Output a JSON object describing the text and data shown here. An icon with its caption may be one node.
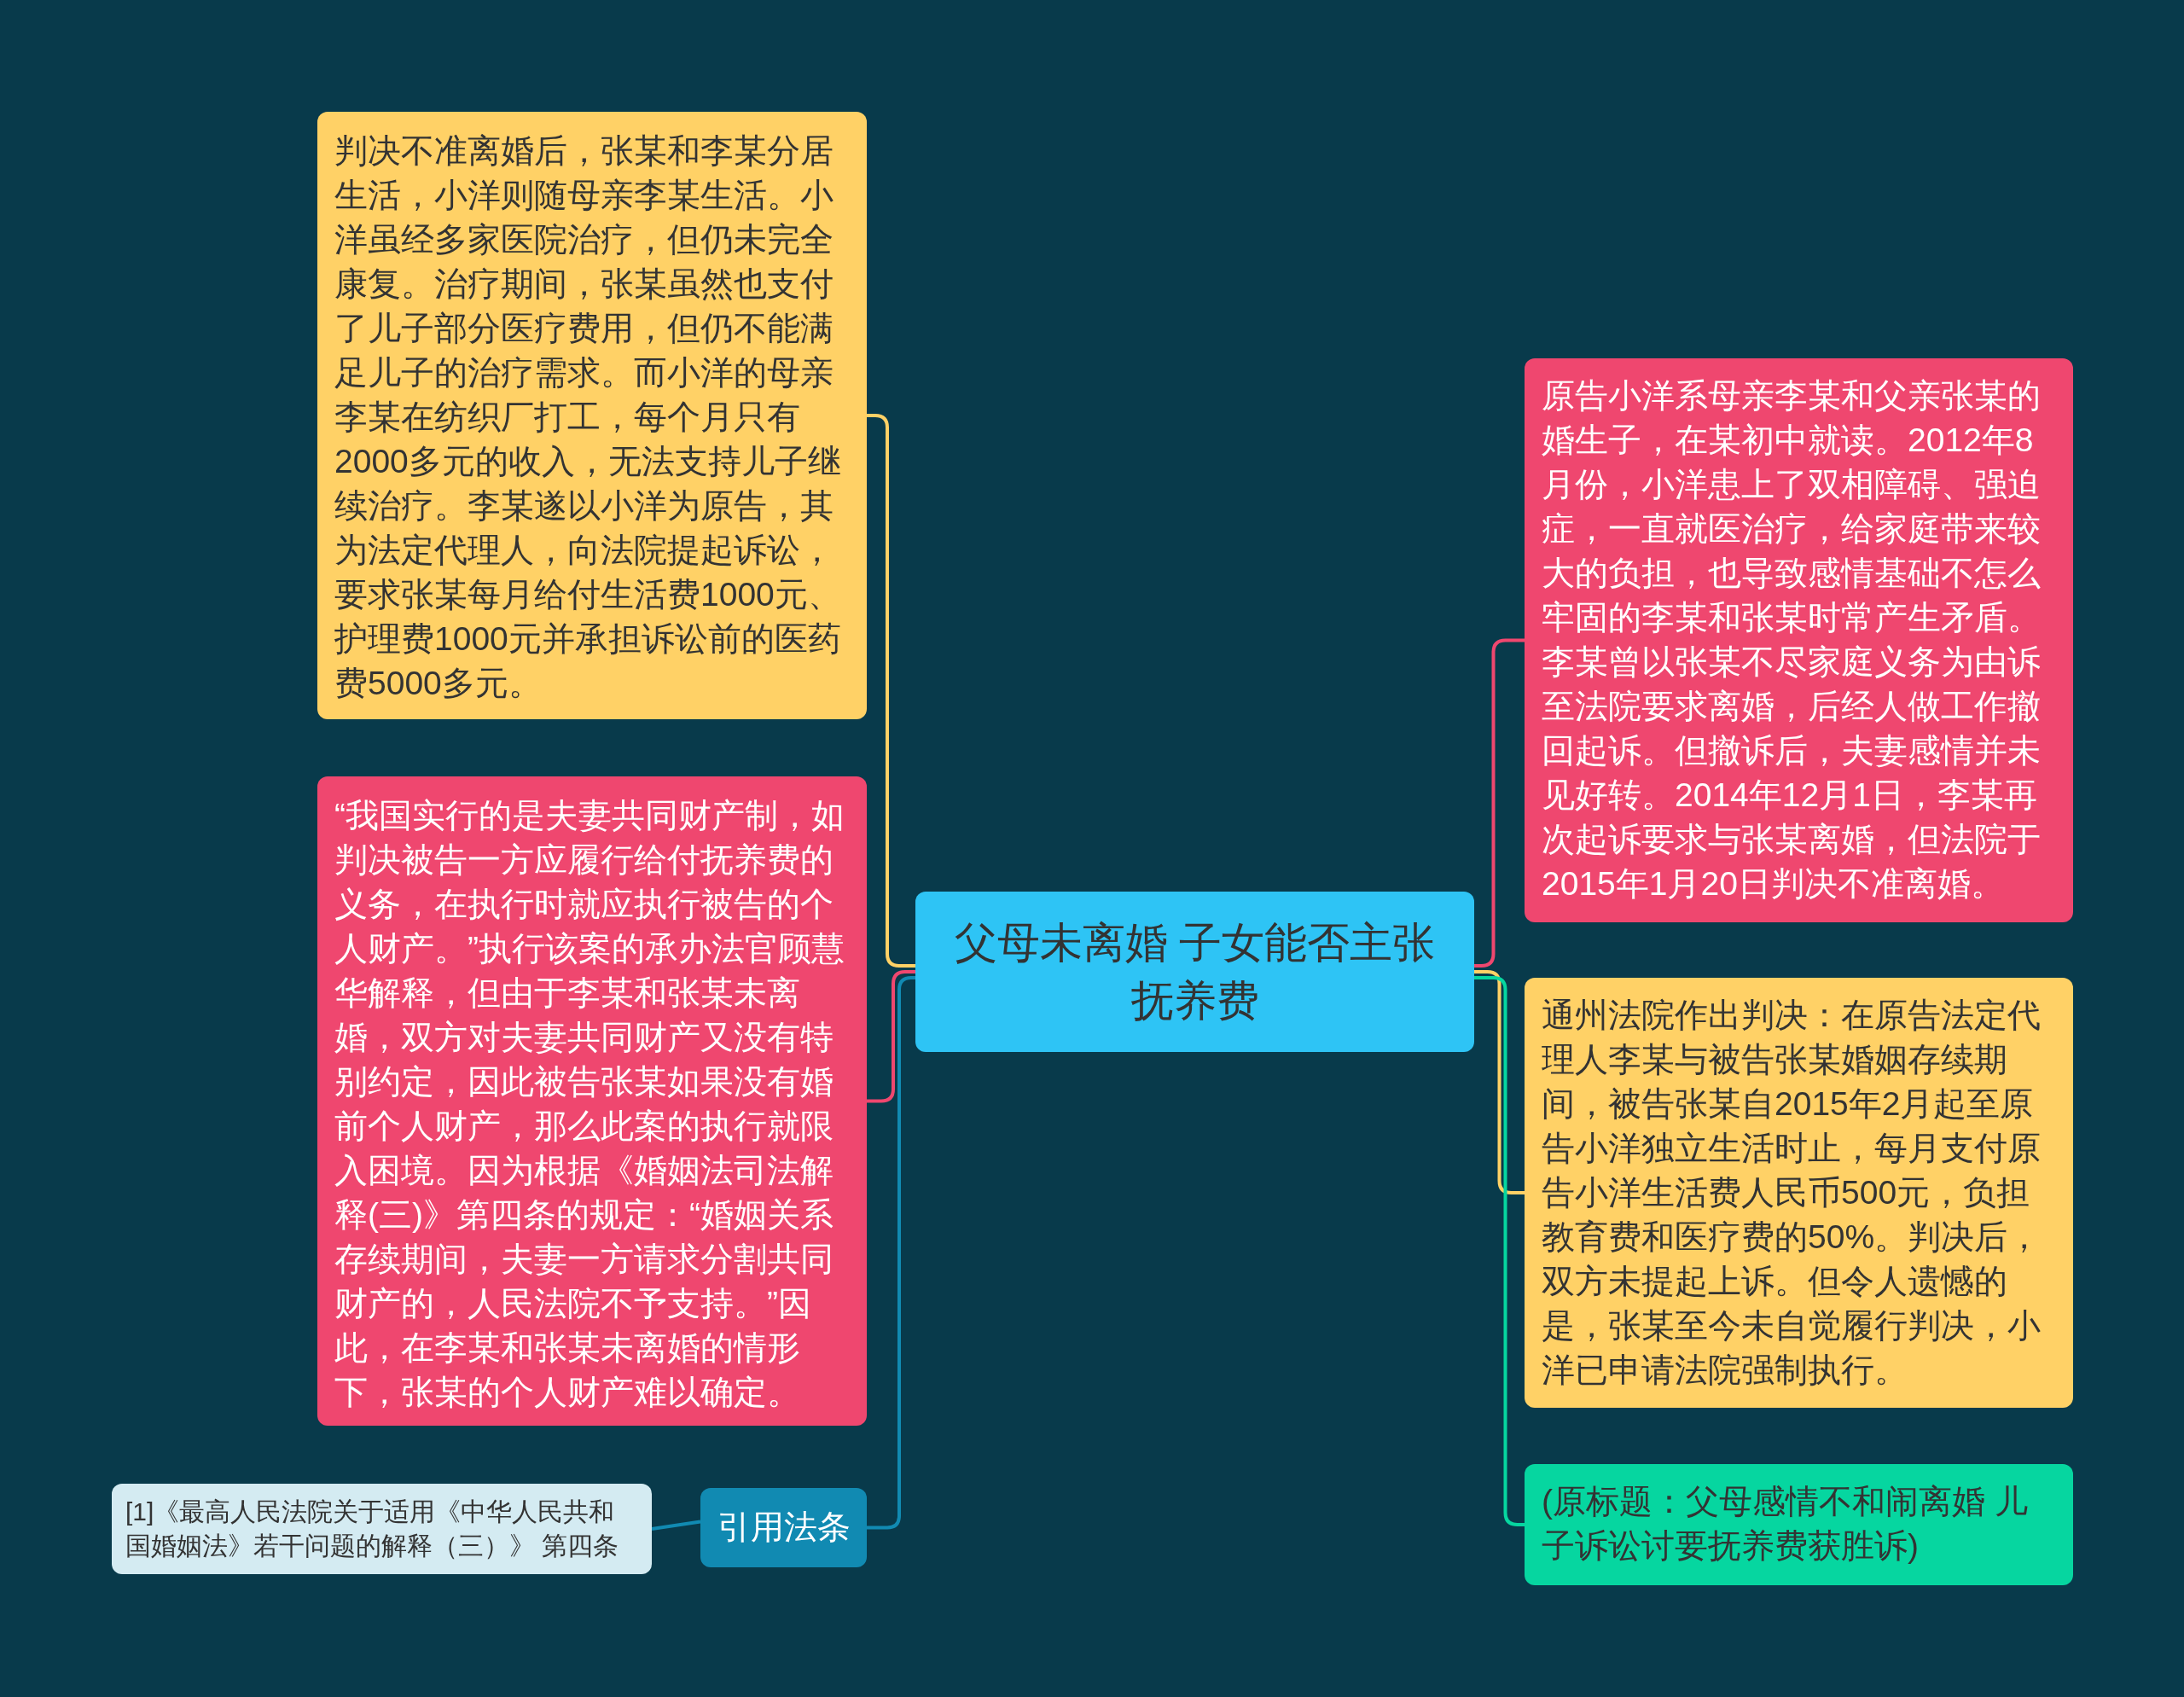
{
  "diagram": {
    "nodes": [
      {
        "text": [
          "父母未离婚 子女能否主张抚养费"
        ]
      },
      {
        "text": [
          "判决不准离婚后，张某和李某分居生活，小洋则随母亲李某生活。小洋虽经多家医院治疗，但仍未完全康复。治疗期间，张某虽然也支付了儿子部分医疗费用，但仍不能满足儿子的治疗需求。而小洋的母亲李某在纺织厂打工，每个月只有2000多元的收入，无法支持儿子继续治疗。李某遂以小洋为原告，其为法定代理人，向法院提起诉讼，要求张某每月给付生活费1000元、护理费1000元并承担诉讼前的医药费5000多元。"
        ]
      },
      {
        "text": [
          "“我国实行的是夫妻共同财产制，如判决被告一方应履行给付抚养费的义务，在执行时就应执行被告的个人财产。”执行该案的承办法官顾慧华解释，但由于李某和张某未离婚，双方对夫妻共同财产又没有特别约定，因此被告张某如果没有婚前个人财产，那么此案的执行就限入困境。因为根据《婚姻法司法解释(三)》第四条的规定：“婚姻关系存续期间，夫妻一方请求分割共同财产的，人民法院不予支持。”因此，在李某和张某未离婚的情形下，张某的个人财产难以确定。"
        ]
      },
      {
        "text": [
          "引用法条"
        ]
      },
      {
        "text": [
          "[1]《最高人民法院关于适用《中华人民共和国婚姻法》若干问题的解释（三）》 第四条"
        ]
      },
      {
        "text": [
          "原告小洋系母亲李某和父亲张某的婚生子，在某初中就读。2012年8月份，小洋患上了双相障碍、强迫症，一直就医治疗，给家庭带来较大的负担，也导致感情基础不怎么牢固的李某和张某时常产生矛盾。李某曾以张某不尽家庭义务为由诉至法院要求离婚，后经人做工作撤回起诉。但撤诉后，夫妻感情并未见好转。2014年12月1日，李某再次起诉要求与张某离婚，但法院于2015年1月20日判决不准离婚。"
        ]
      },
      {
        "text": [
          "通州法院作出判决：在原告法定代理人李某与被告张某婚姻存续期间，被告张某自2015年2月起至原告小洋独立生活时止，每月支付原告小洋生活费人民币500元，负担教育费和医疗费的50%。判决后，双方未提起上诉。但令人遗憾的是，张某至今未自觉履行判决，小洋已申请法院强制执行。"
        ]
      },
      {
        "text": [
          "(原标题：父母感情不和闹离婚 儿子诉讼讨要抚养费获胜诉)"
        ]
      }
    ],
    "edges": [
      {
        "from": 0,
        "to": 1,
        "arrow": "none",
        "color": "#ffd166"
      },
      {
        "from": 0,
        "to": 2,
        "arrow": "none",
        "color": "#ef476f"
      },
      {
        "from": 0,
        "to": 3,
        "arrow": "none",
        "color": "#118ab2"
      },
      {
        "from": 3,
        "to": 4,
        "arrow": "none",
        "color": "#118ab2"
      },
      {
        "from": 0,
        "to": 5,
        "arrow": "none",
        "color": "#ef476f"
      },
      {
        "from": 0,
        "to": 6,
        "arrow": "none",
        "color": "#ffd166"
      },
      {
        "from": 0,
        "to": 7,
        "arrow": "none",
        "color": "#06d6a0"
      }
    ]
  }
}
